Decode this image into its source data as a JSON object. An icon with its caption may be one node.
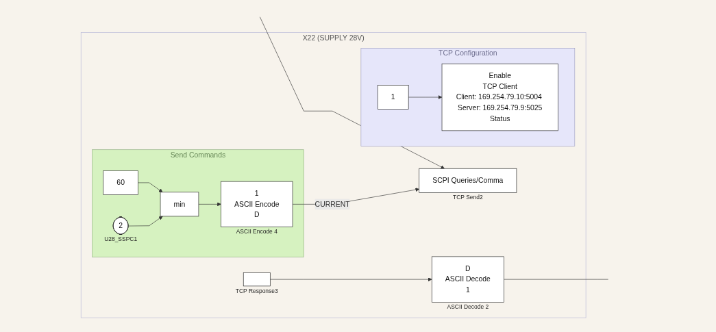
{
  "diagram": {
    "nodes": [
      {
        "text": [
          "X22 (SUPPLY 28V)"
        ]
      },
      {
        "text": [
          "TCP Configuration"
        ],
        "in": 0
      },
      {
        "text": [
          "1"
        ],
        "in": 1
      },
      {
        "text": [
          "Enable",
          "TCP Client",
          "Client: 169.254.79.10:5004 Server: 169.254.79.9:5025",
          "Status"
        ],
        "in": 1
      },
      {
        "text": [
          "Send Commands"
        ],
        "in": 0
      },
      {
        "text": [
          "2"
        ],
        "beside": [
          "U28_SSPC1"
        ],
        "in": 4
      },
      {
        "text": [
          "60"
        ],
        "in": 4
      },
      {
        "text": [
          "min"
        ],
        "in": 4
      },
      {
        "text": [
          "1",
          "ASCII Encode",
          "D"
        ],
        "beside": [
          "ASCII Encode 4"
        ],
        "in": 4
      },
      {
        "text": [
          "SCPI Queries/Comma"
        ],
        "beside": [
          "TCP Send2"
        ],
        "in": 0
      },
      {
        "text": [],
        "shape": "box",
        "beside": [
          "TCP Response3"
        ],
        "in": 0
      },
      {
        "text": [
          "D",
          "ASCII Decode",
          "1"
        ],
        "beside": [
          "ASCII Decode 2"
        ],
        "in": 0
      }
    ],
    "edges": [
      {
        "from": 2,
        "to": 3,
        "arrow": "to"
      },
      {
        "from": 5,
        "to": 7,
        "arrow": "to"
      },
      {
        "from": 6,
        "to": 7,
        "arrow": "to"
      },
      {
        "from": 7,
        "to": 8,
        "arrow": "to"
      },
      {
        "from": 8,
        "to": 9,
        "label": "CURRENT",
        "arrow": "to"
      },
      {
        "from": null,
        "to": 9,
        "arrow": "to"
      },
      {
        "from": 10,
        "to": 11,
        "arrow": "to"
      },
      {
        "from": 11,
        "to": null,
        "arrow": "none"
      }
    ]
  }
}
